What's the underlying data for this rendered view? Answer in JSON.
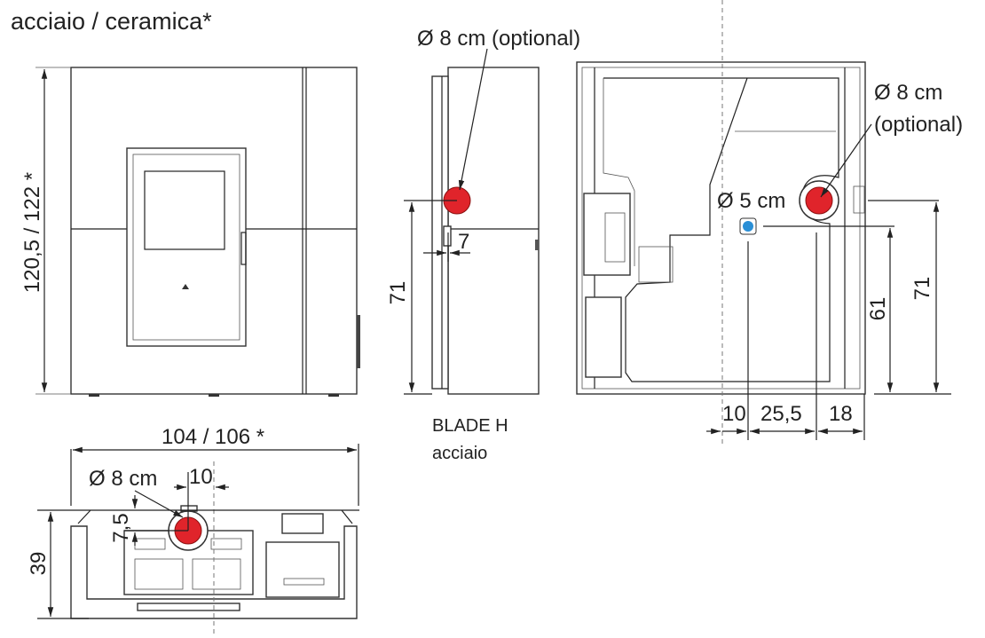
{
  "title": "acciaio / ceramica*",
  "front_view": {
    "height_label": "120,5 / 122 *"
  },
  "side_view": {
    "flue_label": "Ø 8 cm (optional)",
    "height_label": "71",
    "offset_label": "7",
    "model_name": "BLADE H",
    "model_material": "acciaio"
  },
  "back_view": {
    "flue_label_line1": "Ø 8 cm",
    "flue_label_line2": "(optional)",
    "air_inlet_label": "Ø 5 cm",
    "height_61": "61",
    "height_71": "71",
    "dim_10": "10",
    "dim_25_5": "25,5",
    "dim_18": "18"
  },
  "top_view": {
    "width_label": "104 / 106 *",
    "depth_label": "39",
    "flue_label": "Ø 8 cm",
    "offset_x_label": "10",
    "offset_y_label": "7,5"
  },
  "colors": {
    "flue": "#e0242b",
    "air_inlet": "#2a8fd6"
  }
}
